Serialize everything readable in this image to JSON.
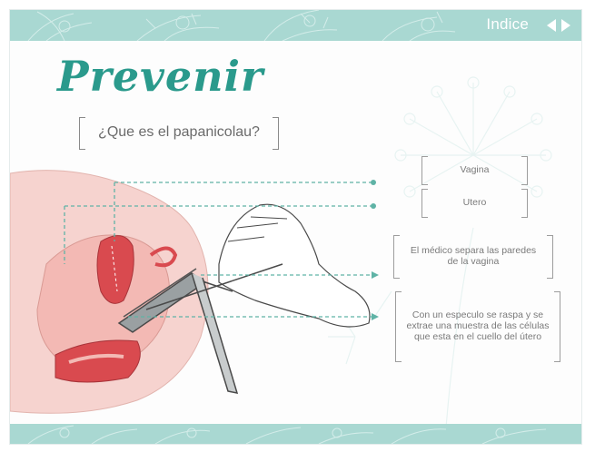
{
  "header": {
    "index_label": "Indice",
    "prev_icon": "triangle-left-icon",
    "next_icon": "triangle-right-icon"
  },
  "main": {
    "title": "Prevenir",
    "subtitle": "¿Que es el papanicolau?"
  },
  "labels": {
    "vagina": "Vagina",
    "utero": "Utero",
    "paredes": "El médico separa las paredes de la vagina",
    "especulo": "Con un especulo se raspa y se extrae una muestra de las células que esta en el cuello del útero"
  },
  "colors": {
    "teal": "#2a9a8c",
    "header_bg": "#a9d8d2",
    "illustration_red": "#d94a4f",
    "skin": "#f6d3cf"
  },
  "icons": {
    "decoration": "dandelion-icon"
  }
}
